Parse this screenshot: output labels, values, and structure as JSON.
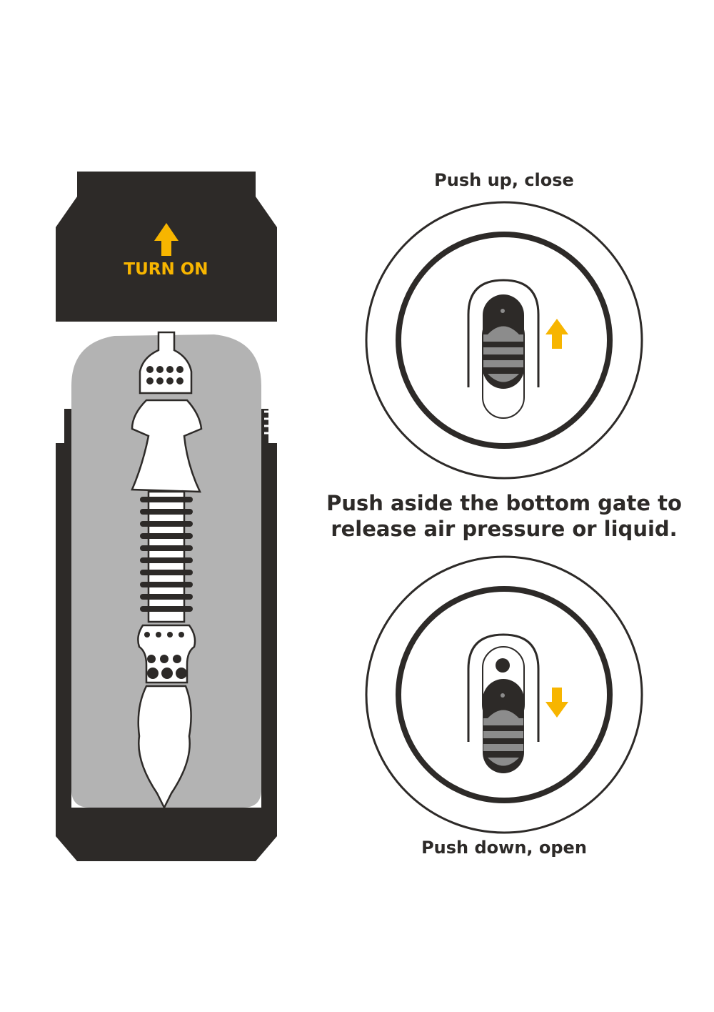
{
  "cap": {
    "label": "TURN ON",
    "arrow_icon": "arrow-up-icon"
  },
  "close_panel": {
    "caption": "Push up, close",
    "arrow_icon": "arrow-up-icon"
  },
  "instruction": {
    "line1": "Push aside the bottom gate to",
    "line2": "release air pressure or liquid."
  },
  "open_panel": {
    "caption": "Push down, open",
    "arrow_icon": "arrow-down-icon"
  },
  "colors": {
    "dark": "#2d2a28",
    "accent": "#f7b500",
    "sleeve": "#b3b3b3",
    "switch_grey": "#8c8c8c"
  }
}
